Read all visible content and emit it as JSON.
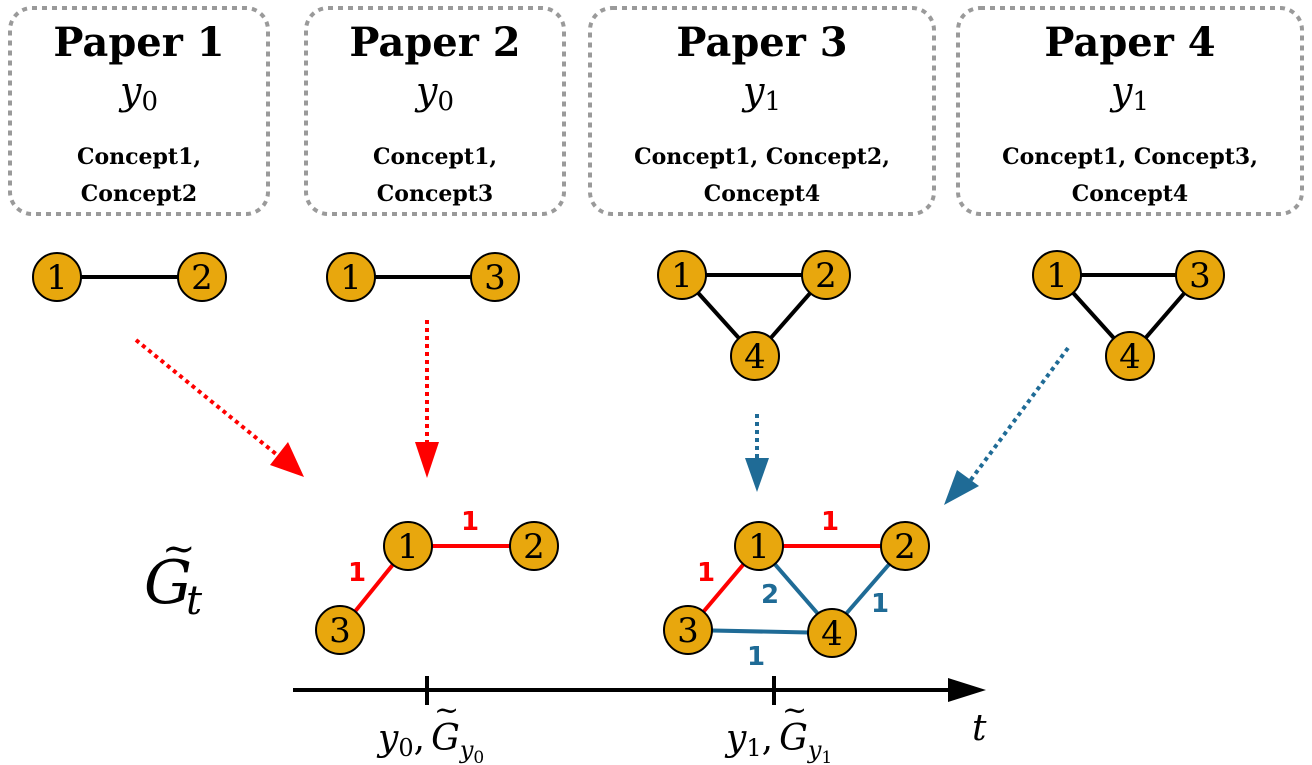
{
  "papers": [
    {
      "title": "Paper 1",
      "year_var": "y",
      "year_sub": "0",
      "concepts_line1": "Concept1,",
      "concepts_line2": "Concept2"
    },
    {
      "title": "Paper 2",
      "year_var": "y",
      "year_sub": "0",
      "concepts_line1": "Concept1,",
      "concepts_line2": "Concept3"
    },
    {
      "title": "Paper 3",
      "year_var": "y",
      "year_sub": "1",
      "concepts_line1": "Concept1, Concept2,",
      "concepts_line2": "Concept4"
    },
    {
      "title": "Paper 4",
      "year_var": "y",
      "year_sub": "1",
      "concepts_line1": "Concept1, Concept3,",
      "concepts_line2": "Concept4"
    }
  ],
  "paper_graphs": [
    {
      "nodes": [
        "1",
        "2"
      ],
      "edges": [
        [
          "1",
          "2"
        ]
      ]
    },
    {
      "nodes": [
        "1",
        "3"
      ],
      "edges": [
        [
          "1",
          "3"
        ]
      ]
    },
    {
      "nodes": [
        "1",
        "2",
        "4"
      ],
      "edges": [
        [
          "1",
          "2"
        ],
        [
          "1",
          "4"
        ],
        [
          "2",
          "4"
        ]
      ]
    },
    {
      "nodes": [
        "1",
        "3",
        "4"
      ],
      "edges": [
        [
          "1",
          "3"
        ],
        [
          "1",
          "4"
        ],
        [
          "3",
          "4"
        ]
      ]
    }
  ],
  "graph_label": {
    "symbol": "G",
    "subscript": "t",
    "accent": "~"
  },
  "snapshots": [
    {
      "nodes": [
        "1",
        "2",
        "3"
      ],
      "edges": [
        {
          "from": "1",
          "to": "2",
          "weight": "1",
          "color": "red"
        },
        {
          "from": "1",
          "to": "3",
          "weight": "1",
          "color": "red"
        }
      ]
    },
    {
      "nodes": [
        "1",
        "2",
        "3",
        "4"
      ],
      "edges": [
        {
          "from": "1",
          "to": "2",
          "weight": "1",
          "color": "red"
        },
        {
          "from": "1",
          "to": "3",
          "weight": "1",
          "color": "red"
        },
        {
          "from": "1",
          "to": "4",
          "weight": "2",
          "color": "blue"
        },
        {
          "from": "2",
          "to": "4",
          "weight": "1",
          "color": "blue"
        },
        {
          "from": "3",
          "to": "4",
          "weight": "1",
          "color": "blue"
        }
      ]
    }
  ],
  "timeline": {
    "axis_label": "t",
    "ticks": [
      {
        "var": "y",
        "sub": "0",
        "graph": "G",
        "graph_sub_var": "y",
        "graph_sub_sub": "0"
      },
      {
        "var": "y",
        "sub": "1",
        "graph": "G",
        "graph_sub_var": "y",
        "graph_sub_sub": "1"
      }
    ]
  },
  "colors": {
    "node_fill": "#E8A70D",
    "node_stroke": "#000000",
    "box_border": "#9a9a9a",
    "red": "#FF0000",
    "blue": "#1F6B96",
    "black": "#000000"
  }
}
